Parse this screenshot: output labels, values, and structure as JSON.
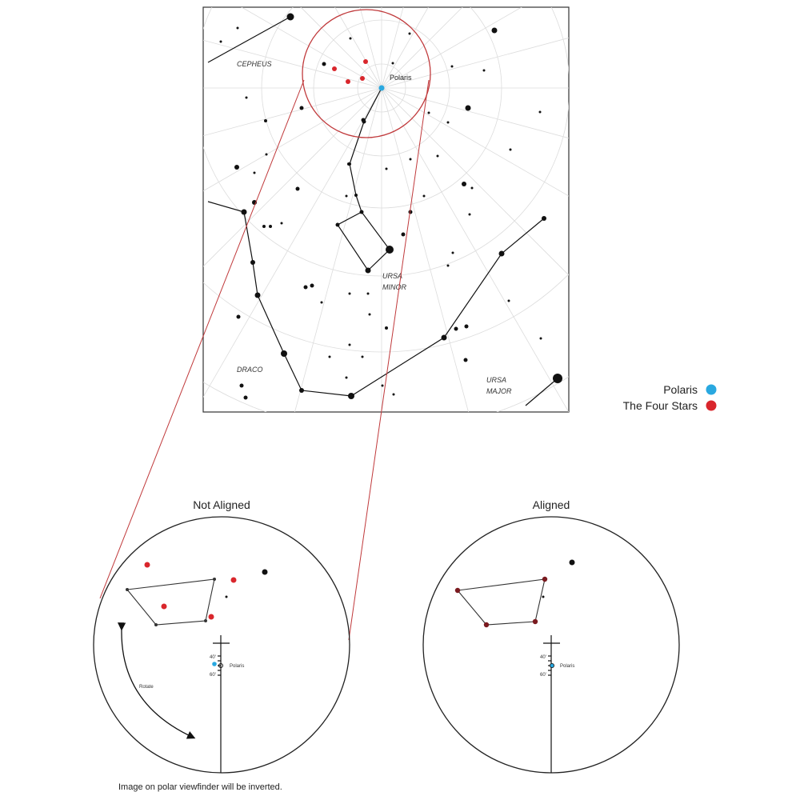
{
  "map": {
    "labels": {
      "cepheus": "CEPHEUS",
      "polaris": "Polaris",
      "ursa_minor_1": "URSA",
      "ursa_minor_2": "MINOR",
      "draco": "DRACO",
      "ursa_major_1": "URSA",
      "ursa_major_2": "MAJOR"
    }
  },
  "legend": {
    "polaris": {
      "label": "Polaris",
      "color": "#29a8e0"
    },
    "four_stars": {
      "label": "The Four Stars",
      "color": "#d9262c"
    }
  },
  "colors": {
    "star": "#111111",
    "zoom_outline": "#c0393b",
    "grid": "#dcdcdc"
  },
  "viewfinders": {
    "not_aligned": {
      "title": "Not Aligned",
      "scale_top": "40'",
      "scale_bottom": "60'",
      "polaris_label": "Polaris",
      "rotate_label": "Rotate"
    },
    "aligned": {
      "title": "Aligned",
      "scale_top": "40'",
      "scale_bottom": "60'",
      "polaris_label": "Polaris"
    }
  },
  "caption": "Image on polar viewfinder will be inverted."
}
